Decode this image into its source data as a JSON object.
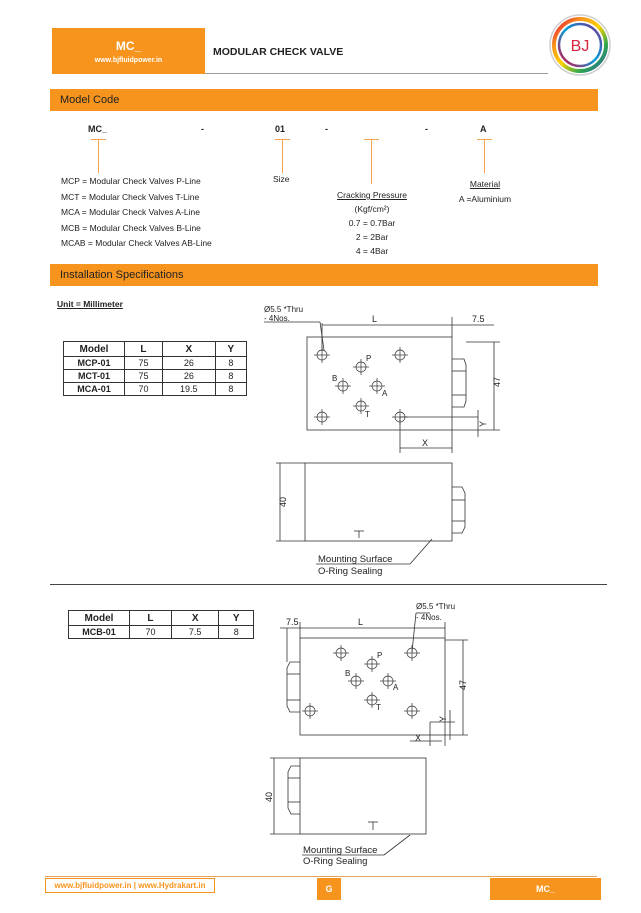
{
  "header": {
    "code": "MC_",
    "website": "www.bjfluidpower.in",
    "title": "MODULAR CHECK VALVE",
    "logo_text": "BJ"
  },
  "model_code": {
    "heading": "Model Code",
    "parts": [
      "MC_",
      "-",
      "01",
      "-",
      "-",
      "A"
    ],
    "types": [
      "MCP = Modular Check Valves P-Line",
      "MCT = Modular Check Valves T-Line",
      "MCA = Modular Check Valves A-Line",
      "MCB = Modular Check Valves B-Line",
      "MCAB = Modular Check Valves AB-Line"
    ],
    "size_label": "Size",
    "cracking_title": "Cracking Pressure",
    "cracking_unit": "(Kgf/cm²)",
    "cracking_options": [
      "0.7 = 0.7Bar",
      "2 = 2Bar",
      "4 = 4Bar"
    ],
    "material_title": "Material",
    "material_option": "A =Aluminium"
  },
  "installation": {
    "heading": "Installation Specifications",
    "unit": "Unit = Millimeter",
    "table1": {
      "headers": [
        "Model",
        "L",
        "X",
        "Y"
      ],
      "rows": [
        [
          "MCP-01",
          "75",
          "26",
          "8"
        ],
        [
          "MCT-01",
          "75",
          "26",
          "8"
        ],
        [
          "MCA-01",
          "70",
          "19.5",
          "8"
        ]
      ]
    },
    "table2": {
      "headers": [
        "Model",
        "L",
        "X",
        "Y"
      ],
      "rows": [
        [
          "MCB-01",
          "70",
          "7.5",
          "8"
        ]
      ]
    },
    "drawing": {
      "thru_label": "Ø5.5 *Thru",
      "nos_label": "- 4Nos.",
      "dim_L": "L",
      "dim_75": "7.5",
      "dim_47": "47",
      "dim_Y": "Y",
      "dim_X": "X",
      "dim_40": "40",
      "port_P": "P",
      "port_B": "B",
      "port_A": "A",
      "port_T": "T",
      "mount_label": "Mounting Surface",
      "oring_label": "O-Ring Sealing"
    }
  },
  "footer": {
    "website": "www.bjfluidpower.in | www.Hydrakart.in",
    "page": "G",
    "code": "MC_"
  }
}
